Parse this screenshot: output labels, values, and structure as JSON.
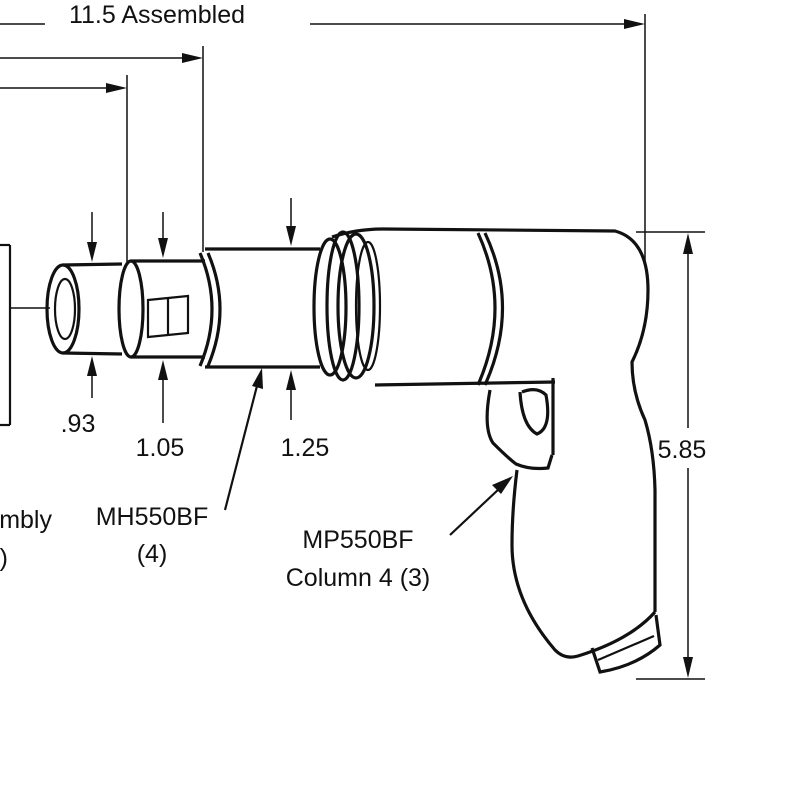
{
  "dimensions": {
    "overall_length": "11.5 Assembled",
    "tip_diameter": ".93",
    "mid_diameter": "1.05",
    "barrel_diameter": "1.25",
    "height": "5.85"
  },
  "parts": {
    "handle_part_number": "MH550BF",
    "handle_column": "(4)",
    "tool_part_number": "MP550BF",
    "tool_column": "Column 4  (3)",
    "assembly_label_partial": "mbly",
    "assembly_column_partial": ")"
  },
  "colors": {
    "line": "#111111",
    "background": "#ffffff"
  }
}
